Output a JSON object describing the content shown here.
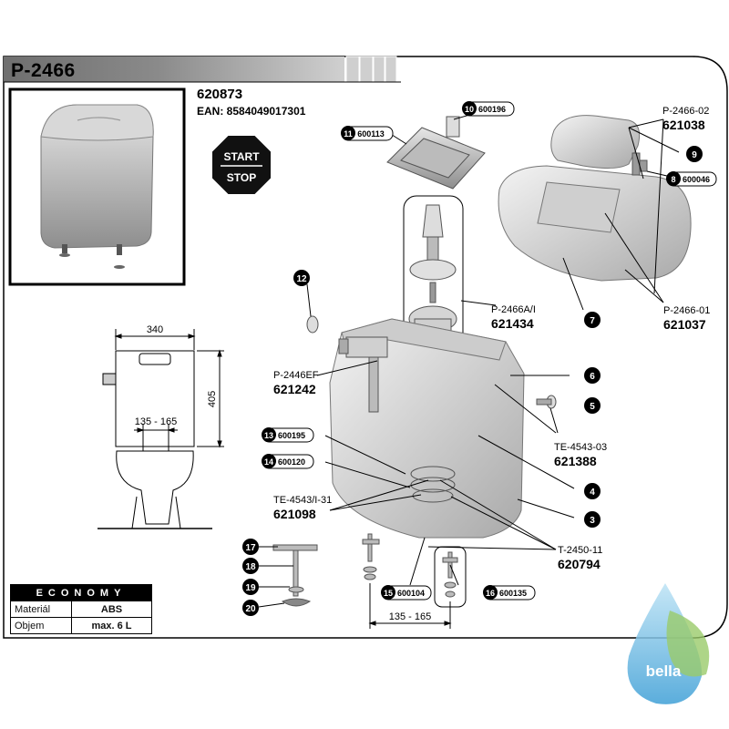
{
  "header": {
    "title": "P-2466",
    "product_code": "620873",
    "ean": "EAN: 8584049017301"
  },
  "start_stop": {
    "line1": "START",
    "line2": "STOP"
  },
  "dimensions": {
    "width": "340",
    "height": "405",
    "bolt_span_left": "135 - 165",
    "bolt_span_bottom": "135 - 165"
  },
  "callouts": {
    "n10": {
      "num": "10",
      "code": "600196"
    },
    "n11": {
      "num": "11",
      "code": "600113"
    },
    "n12": {
      "num": "12"
    },
    "n8": {
      "num": "8",
      "code": "600046"
    },
    "n9": {
      "num": "9"
    },
    "n7": {
      "num": "7"
    },
    "n6": {
      "num": "6"
    },
    "n5": {
      "num": "5"
    },
    "n4": {
      "num": "4"
    },
    "n3": {
      "num": "3"
    },
    "n13": {
      "num": "13",
      "code": "600195"
    },
    "n14": {
      "num": "14",
      "code": "600120"
    },
    "n15": {
      "num": "15",
      "code": "600104"
    },
    "n16": {
      "num": "16",
      "code": "600135"
    },
    "n17": {
      "num": "17"
    },
    "n18": {
      "num": "18"
    },
    "n19": {
      "num": "19"
    },
    "n20": {
      "num": "20"
    }
  },
  "parts": {
    "p246602": {
      "name": "P-2466-02",
      "code": "621038"
    },
    "p246601": {
      "name": "P-2466-01",
      "code": "621037"
    },
    "p2466ai": {
      "name": "P-2466A/I",
      "code": "621434"
    },
    "p2446ef": {
      "name": "P-2446EF",
      "code": "621242"
    },
    "te454303": {
      "name": "TE-4543-03",
      "code": "621388"
    },
    "te4543i31": {
      "name": "TE-4543/I-31",
      "code": "621098"
    },
    "t245011": {
      "name": "T-2450-11",
      "code": "620794"
    }
  },
  "economy": {
    "header": "ECONOMY",
    "rows": [
      {
        "label": "Materiál",
        "value": "ABS"
      },
      {
        "label": "Objem",
        "value": "max. 6 L"
      }
    ]
  },
  "logo": {
    "text": "bella"
  },
  "colors": {
    "header_bar": "#7a7a7a",
    "stripe": "#c8c8c8",
    "frame": "#000000",
    "logo_blue": "#4aa7d8",
    "logo_green": "#9acb6a"
  }
}
